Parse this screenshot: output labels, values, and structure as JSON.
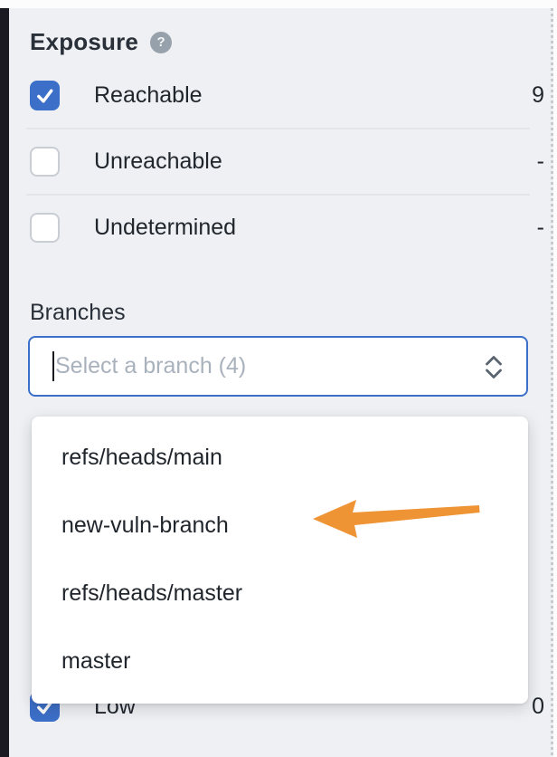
{
  "exposure": {
    "title": "Exposure",
    "filters": [
      {
        "label": "Reachable",
        "count": "9",
        "checked": true
      },
      {
        "label": "Unreachable",
        "count": "-",
        "checked": false
      },
      {
        "label": "Undetermined",
        "count": "-",
        "checked": false
      }
    ]
  },
  "branches": {
    "label": "Branches",
    "input_value": "",
    "input_placeholder": "Select a branch (4)",
    "dropdown_options": [
      "refs/heads/main",
      "new-vuln-branch",
      "refs/heads/master",
      "master"
    ],
    "annotated_option": "new-vuln-branch"
  },
  "severity": {
    "partial_row": {
      "label": "Low",
      "count": "0",
      "checked": true
    }
  },
  "icons": {
    "help_glyph": "?",
    "help": "question-mark-circle",
    "combobox": "chevron-up-down",
    "checked": "checkmark",
    "annotation": "left-arrow"
  },
  "colors": {
    "accent_blue": "#3C6FC8",
    "arrow_orange": "#EF9435",
    "background": "#EEF0F3",
    "sidebar_dark": "#191A22",
    "separator": "#E3E6E9",
    "placeholder_gray": "#A9B2BC"
  }
}
